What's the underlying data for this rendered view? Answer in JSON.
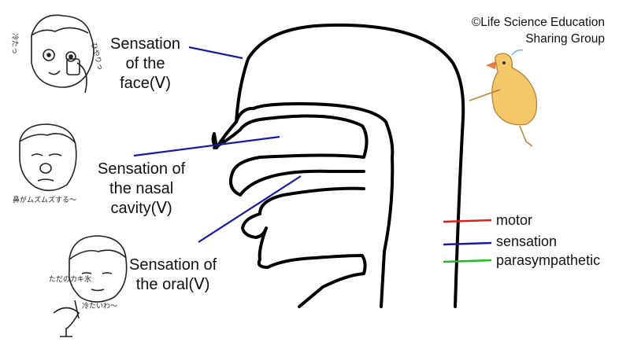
{
  "labels": {
    "face": [
      "Sensation",
      "of the",
      "face(Ⅴ)"
    ],
    "nasal": [
      "Sensation of",
      "the nasal",
      "cavity(Ⅴ)"
    ],
    "oral": [
      "Sensation of",
      "the oral(Ⅴ)"
    ]
  },
  "credit": [
    "©Life Science Education",
    "Sharing Group"
  ],
  "legend": [
    {
      "label": "motor",
      "color": "#e02020"
    },
    {
      "label": "sensation",
      "color": "#1a1aa0"
    },
    {
      "label": "parasympathetic",
      "color": "#22bb22"
    }
  ],
  "pointer_color": "#1a1aa0",
  "sketch_text": {
    "face_cold": "冷たっ",
    "face_hiyari": "ひやりっ",
    "nose": "鼻がムズムズする〜",
    "oral_cold": "冷たいわ〜",
    "ice_cream": "ただのカキ氷"
  },
  "icons": [
    "person-cold-face-icon",
    "person-itchy-nose-icon",
    "person-eating-ice-icon",
    "chick-icon"
  ]
}
